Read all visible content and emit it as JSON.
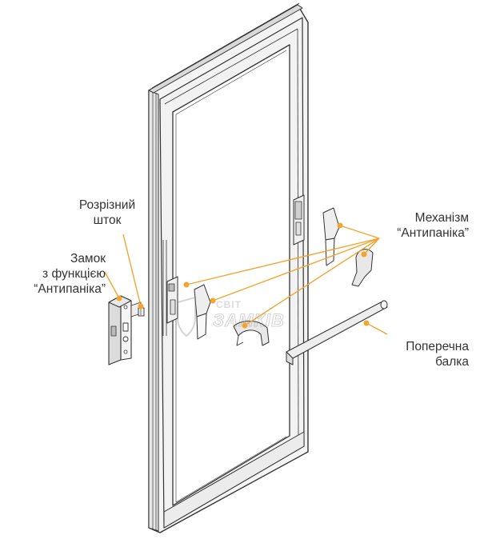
{
  "labels": {
    "split_rod": [
      "Розрізний",
      "шток"
    ],
    "lock": [
      "Замок",
      "з функцією",
      "“Антипаніка”"
    ],
    "mechanism": [
      "Механізм",
      "“Антипаніка”"
    ],
    "crossbar": [
      "Поперечна",
      "балка"
    ]
  },
  "watermark": "СВІТ ЗАМКІВ",
  "colors": {
    "leader": "#f2a531",
    "stroke": "#333333",
    "frame_fill": "#f2f2f2"
  }
}
